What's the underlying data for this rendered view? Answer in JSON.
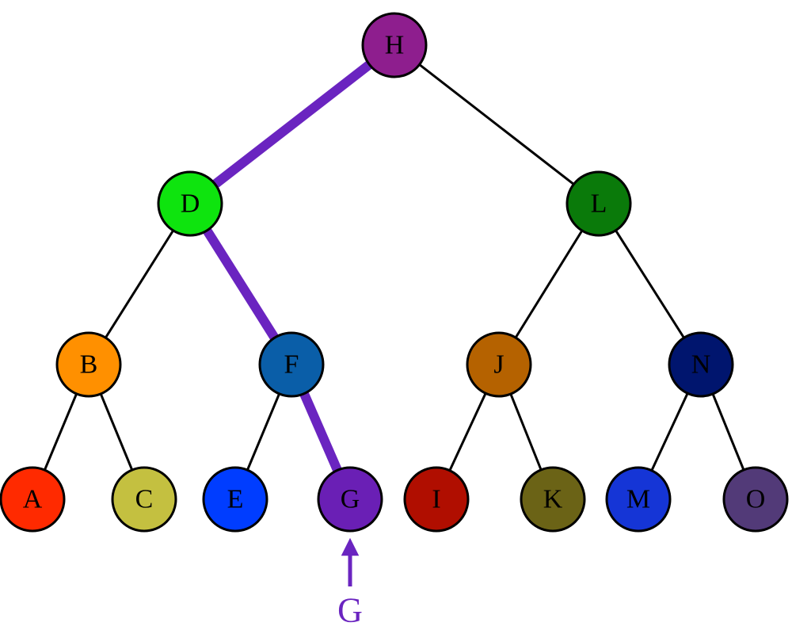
{
  "tree": {
    "nodes": [
      {
        "id": "H",
        "label": "H",
        "color": "#8e1e8e",
        "text_color": "#000000"
      },
      {
        "id": "D",
        "label": "D",
        "color": "#0ee40e",
        "text_color": "#000000"
      },
      {
        "id": "L",
        "label": "L",
        "color": "#0a7a0a",
        "text_color": "#000000"
      },
      {
        "id": "B",
        "label": "B",
        "color": "#ff9000",
        "text_color": "#000000"
      },
      {
        "id": "F",
        "label": "F",
        "color": "#0a5ea8",
        "text_color": "#000000"
      },
      {
        "id": "J",
        "label": "J",
        "color": "#b56200",
        "text_color": "#000000"
      },
      {
        "id": "N",
        "label": "N",
        "color": "#00156e",
        "text_color": "#000000"
      },
      {
        "id": "A",
        "label": "A",
        "color": "#ff2a00",
        "text_color": "#000000"
      },
      {
        "id": "C",
        "label": "C",
        "color": "#c4c040",
        "text_color": "#000000"
      },
      {
        "id": "E",
        "label": "E",
        "color": "#003dff",
        "text_color": "#000000"
      },
      {
        "id": "G",
        "label": "G",
        "color": "#6a1fb5",
        "text_color": "#000000"
      },
      {
        "id": "I",
        "label": "I",
        "color": "#b00e00",
        "text_color": "#000000"
      },
      {
        "id": "K",
        "label": "K",
        "color": "#6b6316",
        "text_color": "#000000"
      },
      {
        "id": "M",
        "label": "M",
        "color": "#1535d6",
        "text_color": "#000000"
      },
      {
        "id": "O",
        "label": "O",
        "color": "#523a78",
        "text_color": "#000000"
      }
    ],
    "edges": [
      {
        "from": "H",
        "to": "D",
        "highlighted": true
      },
      {
        "from": "H",
        "to": "L",
        "highlighted": false
      },
      {
        "from": "D",
        "to": "B",
        "highlighted": false
      },
      {
        "from": "D",
        "to": "F",
        "highlighted": true
      },
      {
        "from": "L",
        "to": "J",
        "highlighted": false
      },
      {
        "from": "L",
        "to": "N",
        "highlighted": false
      },
      {
        "from": "B",
        "to": "A",
        "highlighted": false
      },
      {
        "from": "B",
        "to": "C",
        "highlighted": false
      },
      {
        "from": "F",
        "to": "E",
        "highlighted": false
      },
      {
        "from": "F",
        "to": "G",
        "highlighted": true
      },
      {
        "from": "J",
        "to": "I",
        "highlighted": false
      },
      {
        "from": "J",
        "to": "K",
        "highlighted": false
      },
      {
        "from": "N",
        "to": "M",
        "highlighted": false
      },
      {
        "from": "N",
        "to": "O",
        "highlighted": false
      }
    ],
    "highlight_color": "#6a24c0",
    "edge_color": "#000000"
  },
  "pointer": {
    "label": "G",
    "target": "G",
    "color": "#6a24c0"
  }
}
